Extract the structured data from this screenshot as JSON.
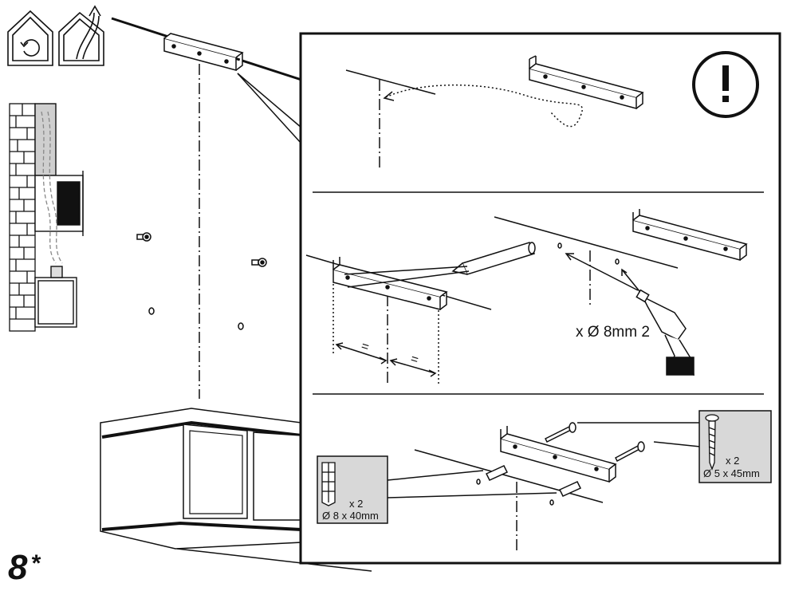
{
  "step": {
    "number": "8",
    "asterisk": "*"
  },
  "icons": {
    "recirculation": "recirculation-mode-icon",
    "extraction": "extraction-mode-icon",
    "warning": "exclamation-warning-icon"
  },
  "panel2": {
    "equal_left": "=",
    "equal_right": "=",
    "drill_spec": "x Ø 8mm 2"
  },
  "panel3": {
    "plug_qty": "x 2",
    "plug_spec": "Ø 8 x 40mm",
    "screw_qty": "x 2",
    "screw_spec": "Ø 5 x 45mm"
  },
  "colors": {
    "line": "#111111",
    "callout_fill": "#d8d8d8"
  }
}
